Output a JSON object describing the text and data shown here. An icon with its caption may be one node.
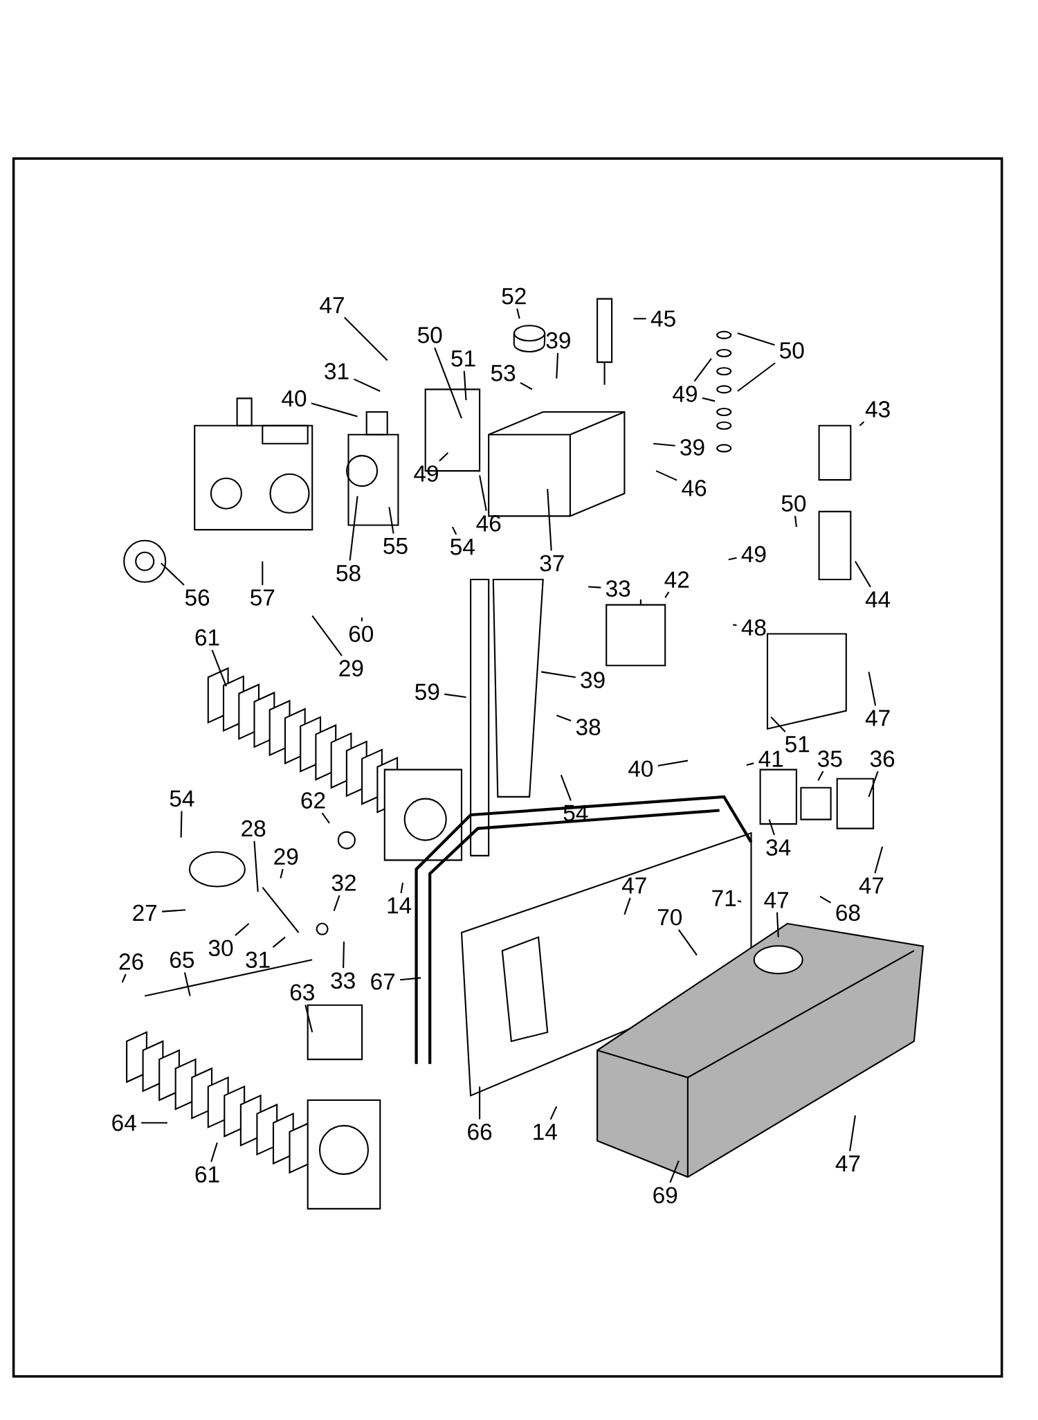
{
  "diagram": {
    "nodes": [
      {
        "text": [
          "47"
        ]
      },
      {
        "text": [
          "31"
        ]
      },
      {
        "text": [
          "50"
        ]
      },
      {
        "text": [
          "51"
        ]
      },
      {
        "text": [
          "40"
        ]
      },
      {
        "text": [
          "52"
        ]
      },
      {
        "text": [
          "39"
        ]
      },
      {
        "text": [
          "45"
        ]
      },
      {
        "text": [
          "53"
        ]
      },
      {
        "text": [
          "50"
        ]
      },
      {
        "text": [
          "49"
        ]
      },
      {
        "text": [
          "43"
        ]
      },
      {
        "text": [
          "39"
        ]
      },
      {
        "text": [
          "46"
        ]
      },
      {
        "text": [
          "49"
        ]
      },
      {
        "text": [
          "46"
        ]
      },
      {
        "text": [
          "54"
        ]
      },
      {
        "text": [
          "55"
        ]
      },
      {
        "text": [
          "58"
        ]
      },
      {
        "text": [
          "37"
        ]
      },
      {
        "text": [
          "56"
        ]
      },
      {
        "text": [
          "57"
        ]
      },
      {
        "text": [
          "50"
        ]
      },
      {
        "text": [
          "49"
        ]
      },
      {
        "text": [
          "44"
        ]
      },
      {
        "text": [
          "33"
        ]
      },
      {
        "text": [
          "42"
        ]
      },
      {
        "text": [
          "48"
        ]
      },
      {
        "text": [
          "60"
        ]
      },
      {
        "text": [
          "29"
        ]
      },
      {
        "text": [
          "61"
        ]
      },
      {
        "text": [
          "59"
        ]
      },
      {
        "text": [
          "39"
        ]
      },
      {
        "text": [
          "38"
        ]
      },
      {
        "text": [
          "47"
        ]
      },
      {
        "text": [
          "51"
        ]
      },
      {
        "text": [
          "40"
        ]
      },
      {
        "text": [
          "41"
        ]
      },
      {
        "text": [
          "35"
        ]
      },
      {
        "text": [
          "36"
        ]
      },
      {
        "text": [
          "54"
        ]
      },
      {
        "text": [
          "54"
        ]
      },
      {
        "text": [
          "28"
        ]
      },
      {
        "text": [
          "62"
        ]
      },
      {
        "text": [
          "29"
        ]
      },
      {
        "text": [
          "34"
        ]
      },
      {
        "text": [
          "47"
        ]
      },
      {
        "text": [
          "32"
        ]
      },
      {
        "text": [
          "27"
        ]
      },
      {
        "text": [
          "68"
        ]
      },
      {
        "text": [
          "47"
        ]
      },
      {
        "text": [
          "71"
        ]
      },
      {
        "text": [
          "47"
        ]
      },
      {
        "text": [
          "70"
        ]
      },
      {
        "text": [
          "14"
        ]
      },
      {
        "text": [
          "30"
        ]
      },
      {
        "text": [
          "31"
        ]
      },
      {
        "text": [
          "33"
        ]
      },
      {
        "text": [
          "26"
        ]
      },
      {
        "text": [
          "65"
        ]
      },
      {
        "text": [
          "63"
        ]
      },
      {
        "text": [
          "67"
        ]
      },
      {
        "text": [
          "14"
        ]
      },
      {
        "text": [
          "66"
        ]
      },
      {
        "text": [
          "47"
        ]
      },
      {
        "text": [
          "64"
        ]
      },
      {
        "text": [
          "61"
        ]
      },
      {
        "text": [
          "69"
        ]
      }
    ],
    "edges": [
      {
        "from": 0,
        "to": null,
        "arrow": "none"
      },
      {
        "from": 1,
        "to": null,
        "arrow": "none"
      },
      {
        "from": 2,
        "to": null,
        "arrow": "none"
      },
      {
        "from": 3,
        "to": null,
        "arrow": "none"
      },
      {
        "from": 4,
        "to": null,
        "arrow": "none"
      },
      {
        "from": 5,
        "to": null,
        "arrow": "none"
      },
      {
        "from": 6,
        "to": null,
        "arrow": "none"
      },
      {
        "from": 7,
        "to": null,
        "arrow": "none"
      },
      {
        "from": 8,
        "to": null,
        "arrow": "none"
      },
      {
        "from": 9,
        "to": null,
        "arrow": "none"
      },
      {
        "from": 9,
        "to": null,
        "arrow": "none"
      },
      {
        "from": 10,
        "to": null,
        "arrow": "none"
      },
      {
        "from": 10,
        "to": null,
        "arrow": "none"
      },
      {
        "from": 11,
        "to": null,
        "arrow": "none"
      },
      {
        "from": 12,
        "to": null,
        "arrow": "none"
      },
      {
        "from": 13,
        "to": null,
        "arrow": "none"
      },
      {
        "from": 14,
        "to": null,
        "arrow": "none"
      },
      {
        "from": 15,
        "to": null,
        "arrow": "none"
      },
      {
        "from": 16,
        "to": null,
        "arrow": "none"
      },
      {
        "from": 17,
        "to": null,
        "arrow": "none"
      },
      {
        "from": 18,
        "to": null,
        "arrow": "none"
      },
      {
        "from": 19,
        "to": null,
        "arrow": "none"
      },
      {
        "from": 20,
        "to": null,
        "arrow": "none"
      },
      {
        "from": 21,
        "to": null,
        "arrow": "none"
      },
      {
        "from": 22,
        "to": null,
        "arrow": "none"
      },
      {
        "from": 23,
        "to": null,
        "arrow": "none"
      },
      {
        "from": 24,
        "to": null,
        "arrow": "none"
      },
      {
        "from": 25,
        "to": null,
        "arrow": "none"
      },
      {
        "from": 26,
        "to": null,
        "arrow": "none"
      },
      {
        "from": 27,
        "to": null,
        "arrow": "none"
      },
      {
        "from": 28,
        "to": null,
        "arrow": "none"
      },
      {
        "from": 29,
        "to": null,
        "arrow": "none"
      },
      {
        "from": 30,
        "to": null,
        "arrow": "none"
      },
      {
        "from": 31,
        "to": null,
        "arrow": "none"
      },
      {
        "from": 32,
        "to": null,
        "arrow": "none"
      },
      {
        "from": 33,
        "to": null,
        "arrow": "none"
      },
      {
        "from": 34,
        "to": null,
        "arrow": "none"
      },
      {
        "from": 35,
        "to": null,
        "arrow": "none"
      },
      {
        "from": 36,
        "to": null,
        "arrow": "none"
      },
      {
        "from": 37,
        "to": null,
        "arrow": "none"
      },
      {
        "from": 38,
        "to": null,
        "arrow": "none"
      },
      {
        "from": 39,
        "to": null,
        "arrow": "none"
      },
      {
        "from": 40,
        "to": null,
        "arrow": "none"
      },
      {
        "from": 41,
        "to": null,
        "arrow": "none"
      },
      {
        "from": 42,
        "to": null,
        "arrow": "none"
      },
      {
        "from": 43,
        "to": null,
        "arrow": "none"
      },
      {
        "from": 44,
        "to": null,
        "arrow": "none"
      },
      {
        "from": 45,
        "to": null,
        "arrow": "none"
      },
      {
        "from": 46,
        "to": null,
        "arrow": "none"
      },
      {
        "from": 47,
        "to": null,
        "arrow": "none"
      },
      {
        "from": 48,
        "to": null,
        "arrow": "none"
      },
      {
        "from": 49,
        "to": null,
        "arrow": "none"
      },
      {
        "from": 50,
        "to": null,
        "arrow": "none"
      },
      {
        "from": 51,
        "to": null,
        "arrow": "none"
      },
      {
        "from": 52,
        "to": null,
        "arrow": "none"
      },
      {
        "from": 53,
        "to": null,
        "arrow": "none"
      },
      {
        "from": 54,
        "to": null,
        "arrow": "none"
      },
      {
        "from": 55,
        "to": null,
        "arrow": "none"
      },
      {
        "from": 56,
        "to": null,
        "arrow": "none"
      },
      {
        "from": 57,
        "to": null,
        "arrow": "none"
      },
      {
        "from": 58,
        "to": null,
        "arrow": "none"
      },
      {
        "from": 59,
        "to": null,
        "arrow": "none"
      },
      {
        "from": 60,
        "to": null,
        "arrow": "none"
      },
      {
        "from": 61,
        "to": null,
        "arrow": "none"
      },
      {
        "from": 62,
        "to": null,
        "arrow": "none"
      },
      {
        "from": 63,
        "to": null,
        "arrow": "none"
      },
      {
        "from": 64,
        "to": null,
        "arrow": "none"
      },
      {
        "from": 65,
        "to": null,
        "arrow": "none"
      },
      {
        "from": 66,
        "to": null,
        "arrow": "none"
      },
      {
        "from": 67,
        "to": null,
        "arrow": "none"
      }
    ]
  }
}
